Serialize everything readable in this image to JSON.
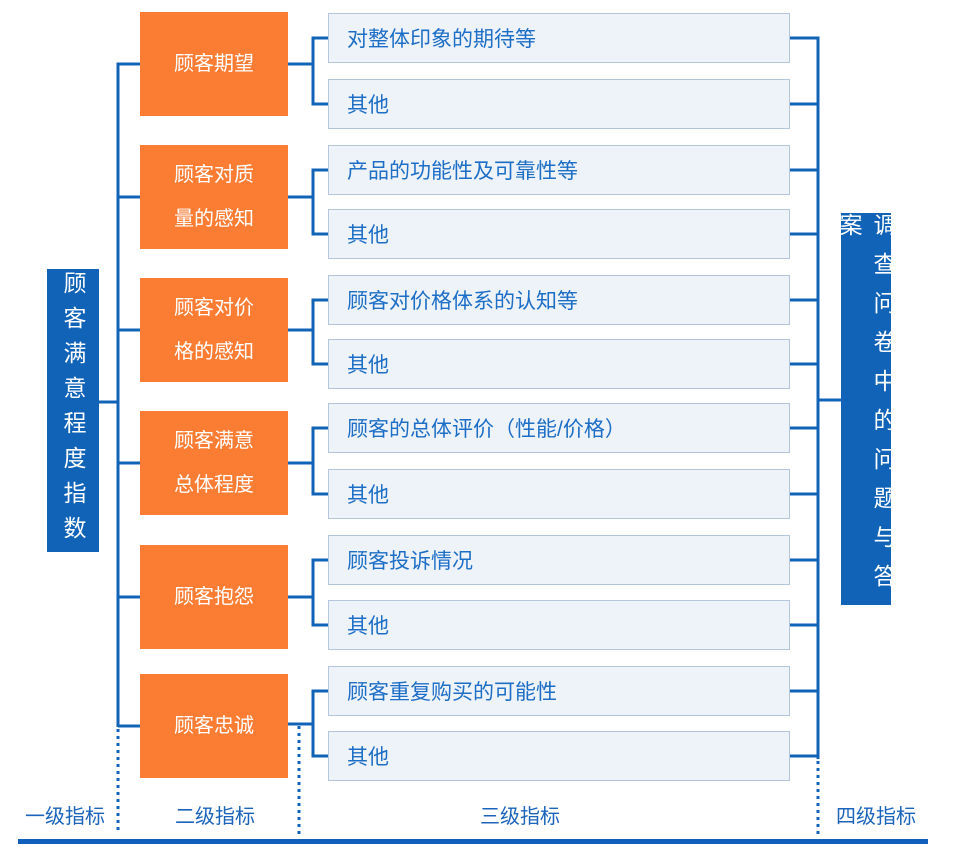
{
  "palette": {
    "orange": "#fb7c33",
    "blue": "#1163b8",
    "light_box_fill": "#eef2f9",
    "light_box_border": "#b3c6dd",
    "box_text_blue": "#1c6ec6",
    "footer_text_blue": "#1b64ba"
  },
  "left_index": {
    "label": "顾客满意程度指数"
  },
  "right_index": {
    "label": "调查问卷中的问题与答案"
  },
  "rows": [
    {
      "level2": "顾客期望",
      "level3": [
        "对整体印象的期待等",
        "其他"
      ]
    },
    {
      "level2": "顾客对质\n量的感知",
      "level3": [
        "产品的功能性及可靠性等",
        "其他"
      ]
    },
    {
      "level2": "顾客对价\n格的感知",
      "level3": [
        "顾客对价格体系的认知等",
        "其他"
      ]
    },
    {
      "level2": "顾客满意\n总体程度",
      "level3": [
        "顾客的总体评价（性能/价格）",
        "其他"
      ]
    },
    {
      "level2": "顾客抱怨",
      "level3": [
        "顾客投诉情况",
        "其他"
      ]
    },
    {
      "level2": "顾客忠诚",
      "level3": [
        "顾客重复购买的可能性",
        "其他"
      ]
    }
  ],
  "footer": {
    "level1": "一级指标",
    "level2": "二级指标",
    "level3": "三级指标",
    "level4": "四级指标"
  }
}
